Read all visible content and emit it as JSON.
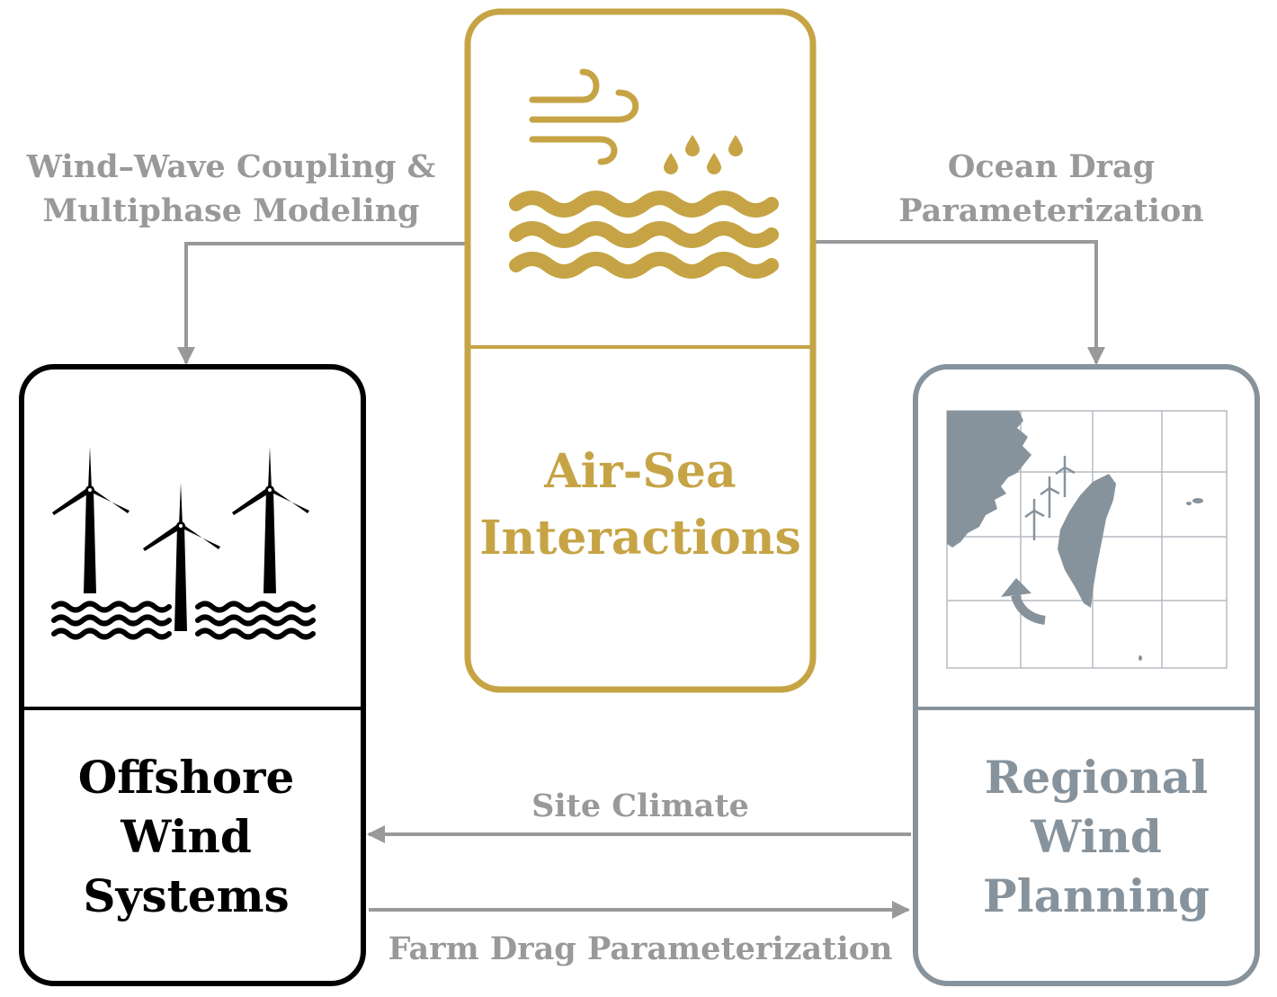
{
  "colors": {
    "gold": "#c6a445",
    "black": "#000000",
    "slate": "#87939c",
    "arrow": "#999999",
    "label": "#999999"
  },
  "boxes": {
    "air_sea": {
      "title_lines": [
        "Air-Sea",
        "Interactions"
      ],
      "icon": "wind-waves-icon"
    },
    "offshore": {
      "title_lines": [
        "Offshore",
        "Wind",
        "Systems"
      ],
      "icon": "wind-turbines-icon"
    },
    "regional": {
      "title_lines": [
        "Regional",
        "Wind",
        "Planning"
      ],
      "icon": "taiwan-map-icon"
    }
  },
  "arrows": {
    "wind_wave": {
      "label_lines": [
        "Wind–Wave Coupling &",
        "Multiphase Modeling"
      ]
    },
    "ocean_drag": {
      "label_lines": [
        "Ocean Drag",
        "Parameterization"
      ]
    },
    "site_climate": {
      "label": "Site Climate"
    },
    "farm_drag": {
      "label": "Farm Drag Parameterization"
    }
  }
}
